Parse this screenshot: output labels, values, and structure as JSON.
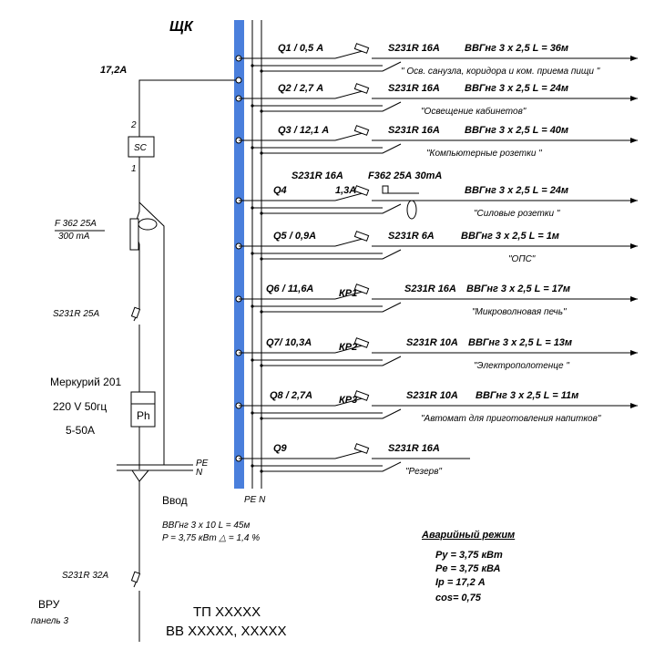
{
  "panel_title": "ЩК",
  "input_current": "17,2А",
  "sc_block": {
    "label": "SC",
    "pin_top": "2",
    "pin_bottom": "1"
  },
  "rcd_main": {
    "line1": "F 362  25А",
    "line2": "300 mA"
  },
  "main_breaker": "S231R  25А",
  "meter": {
    "line1": "Меркурий 201",
    "line2": "220  V   50гц",
    "line3": "5-50А",
    "block": "Ph"
  },
  "left_bus": {
    "pe": "PE",
    "n": "N"
  },
  "right_bus": {
    "label": "PE N"
  },
  "vvod": {
    "title": "Ввод",
    "cable": "ВВГнг  3 х 10   L = 45м",
    "power": "P = 3,75 кВт   △ = 1,4 %"
  },
  "bottom_breaker": "S231R  32А",
  "vru": {
    "line1": "ВРУ",
    "line2": "панель 3"
  },
  "tp": {
    "line1": "ТП XXXXX",
    "line2": "ВВ XXXXX, XXXXX"
  },
  "circuits": [
    {
      "q": "Q1 / 0,5 А",
      "breaker": "S231R  16А",
      "cable": "ВВГнг   3 х 2,5   L = 36м",
      "load": "\" Осв. санузла, коридора и ком. приема пищи \""
    },
    {
      "q": "Q2 / 2,7 А",
      "breaker": "S231R  16А",
      "cable": "ВВГнг   3 х 2,5   L = 24м",
      "load": "\"Освещение кабинетов\""
    },
    {
      "q": "Q3 / 12,1 А",
      "breaker": "S231R  16А",
      "cable": "ВВГнг   3 х 2,5   L = 40м",
      "load": "\"Компьютерные розетки \""
    },
    {
      "q": "Q4",
      "breaker_top": "S231R  16А",
      "current": "1,3А",
      "rcd": "F362  25А   30mA",
      "cable": "ВВГнг   3 х 2,5   L = 24м",
      "load": "\"Силовые розетки \""
    },
    {
      "q": "Q5 / 0,9А",
      "breaker": "S231R  6А",
      "cable": "ВВГнг   3 х 2,5   L = 1м",
      "load": "\"ОПС\""
    },
    {
      "q": "Q6 / 11,6А",
      "kp": "КР1",
      "breaker": "S231R  16А",
      "cable": "ВВГнг   3 х 2,5   L = 17м",
      "load": "\"Микроволновая печь\""
    },
    {
      "q": "Q7/ 10,3А",
      "kp": "КР2",
      "breaker": "S231R  10А",
      "cable": "ВВГнг   3 х 2,5   L = 13м",
      "load": "\"Электрополотенце \""
    },
    {
      "q": "Q8 / 2,7А",
      "kp": "КР3",
      "breaker": "S231R  10А",
      "cable": "ВВГнг   3 х 2,5   L = 11м",
      "load": "\"Автомат для приготовления напитков\""
    },
    {
      "q": "Q9",
      "breaker": "S231R  16А",
      "load": "\"Резерв\""
    }
  ],
  "emergency": {
    "title": "Аварийный режим",
    "py": "Py = 3,75 кВт",
    "pe": "Pe = 3,75 кВА",
    "ip": "Ip  = 17,2 А",
    "cos": "cos= 0,75"
  }
}
